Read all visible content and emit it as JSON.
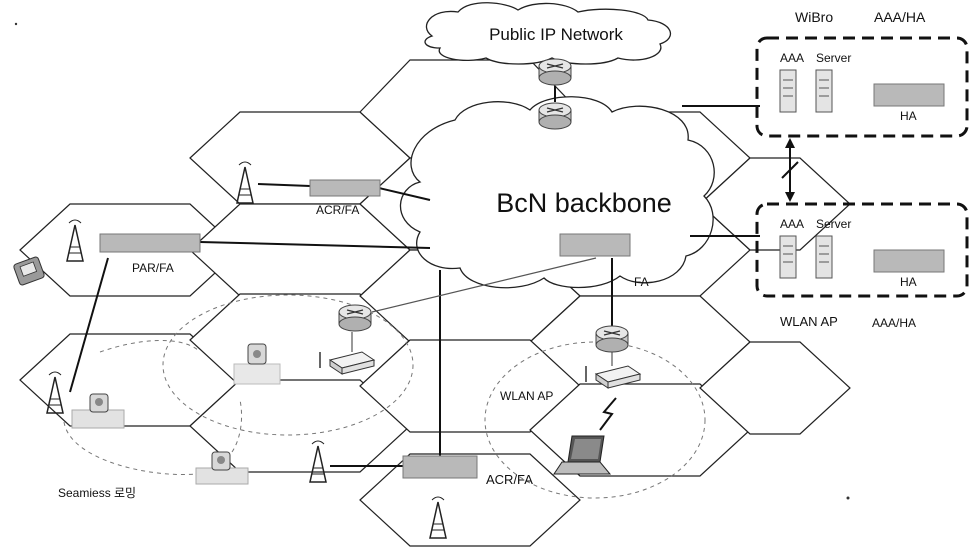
{
  "clouds": {
    "public_ip": "Public IP Network",
    "backbone": "BcN backbone"
  },
  "wibro_group": {
    "title_left": "WiBro",
    "title_right": "AAA/HA",
    "aaa_label": "AAA",
    "server_label": "Server",
    "ha_label": "HA"
  },
  "wlan_group": {
    "aaa_label": "AAA",
    "server_label": "Server",
    "ha_label": "HA",
    "caption_left": "WLAN AP",
    "caption_right": "AAA/HA"
  },
  "labels": {
    "acr_fa_top": "ACR/FA",
    "par_fa": "PAR/FA",
    "fa": "FA",
    "wlan_ap": "WLAN AP",
    "acr_fa_bottom": "ACR/FA",
    "seamless": "Seamiess 로밍"
  }
}
